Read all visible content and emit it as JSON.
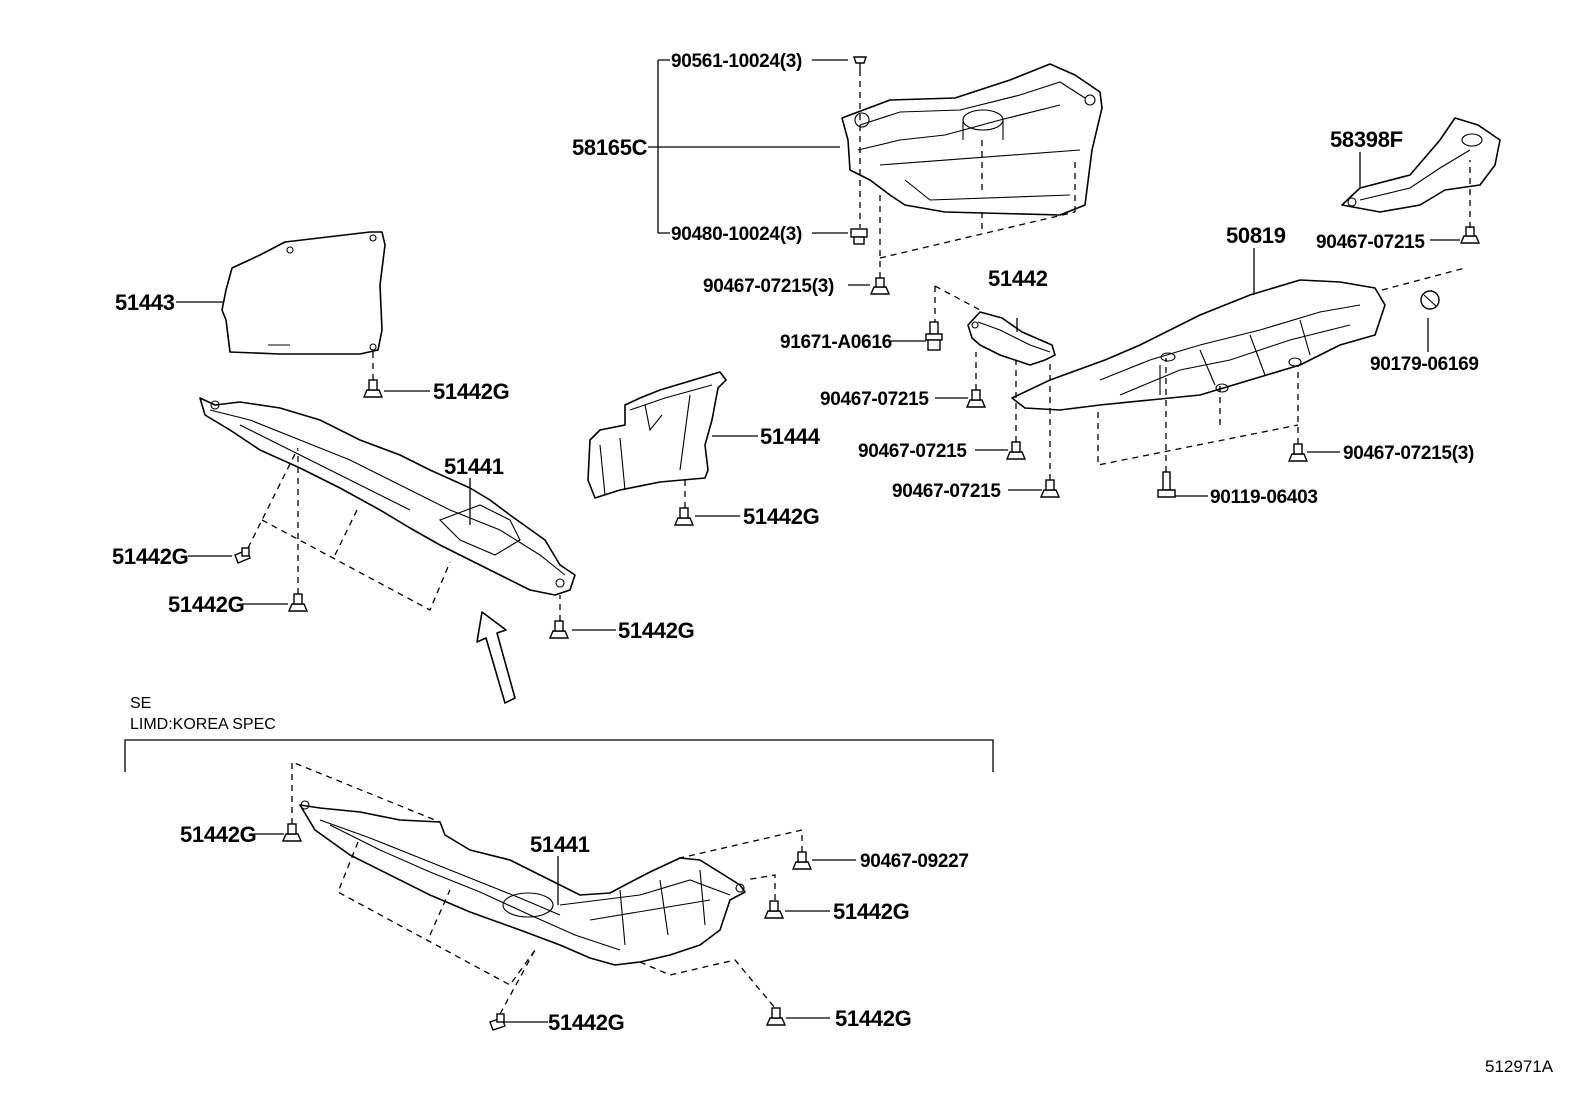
{
  "labels": {
    "p90561_10024": "90561-10024(3)",
    "p58165C": "58165C",
    "p90480_10024": "90480-10024(3)",
    "p90467_07215_3a": "90467-07215(3)",
    "p58398F": "58398F",
    "p50819": "50819",
    "p90467_07215_r": "90467-07215",
    "p51442": "51442",
    "p91671_A0616": "91671-A0616",
    "p90179_06169": "90179-06169",
    "p90467_07215_m1": "90467-07215",
    "p90467_07215_m2": "90467-07215",
    "p90467_07215_m3": "90467-07215",
    "p90467_07215_3b": "90467-07215(3)",
    "p90119_06403": "90119-06403",
    "p51443": "51443",
    "p51442G_a": "51442G",
    "p51441_a": "51441",
    "p51444": "51444",
    "p51442G_b": "51442G",
    "p51442G_c": "51442G",
    "p51442G_d": "51442G",
    "p51442G_e": "51442G",
    "p51442G_f": "51442G",
    "p51441_b": "51441",
    "p90467_09227": "90467-09227",
    "p51442G_g": "51442G",
    "p51442G_h": "51442G",
    "p51442G_i": "51442G"
  },
  "notes": {
    "se": "SE",
    "limited": "LIMD:KOREA SPEC"
  },
  "ref_number": "512971A"
}
